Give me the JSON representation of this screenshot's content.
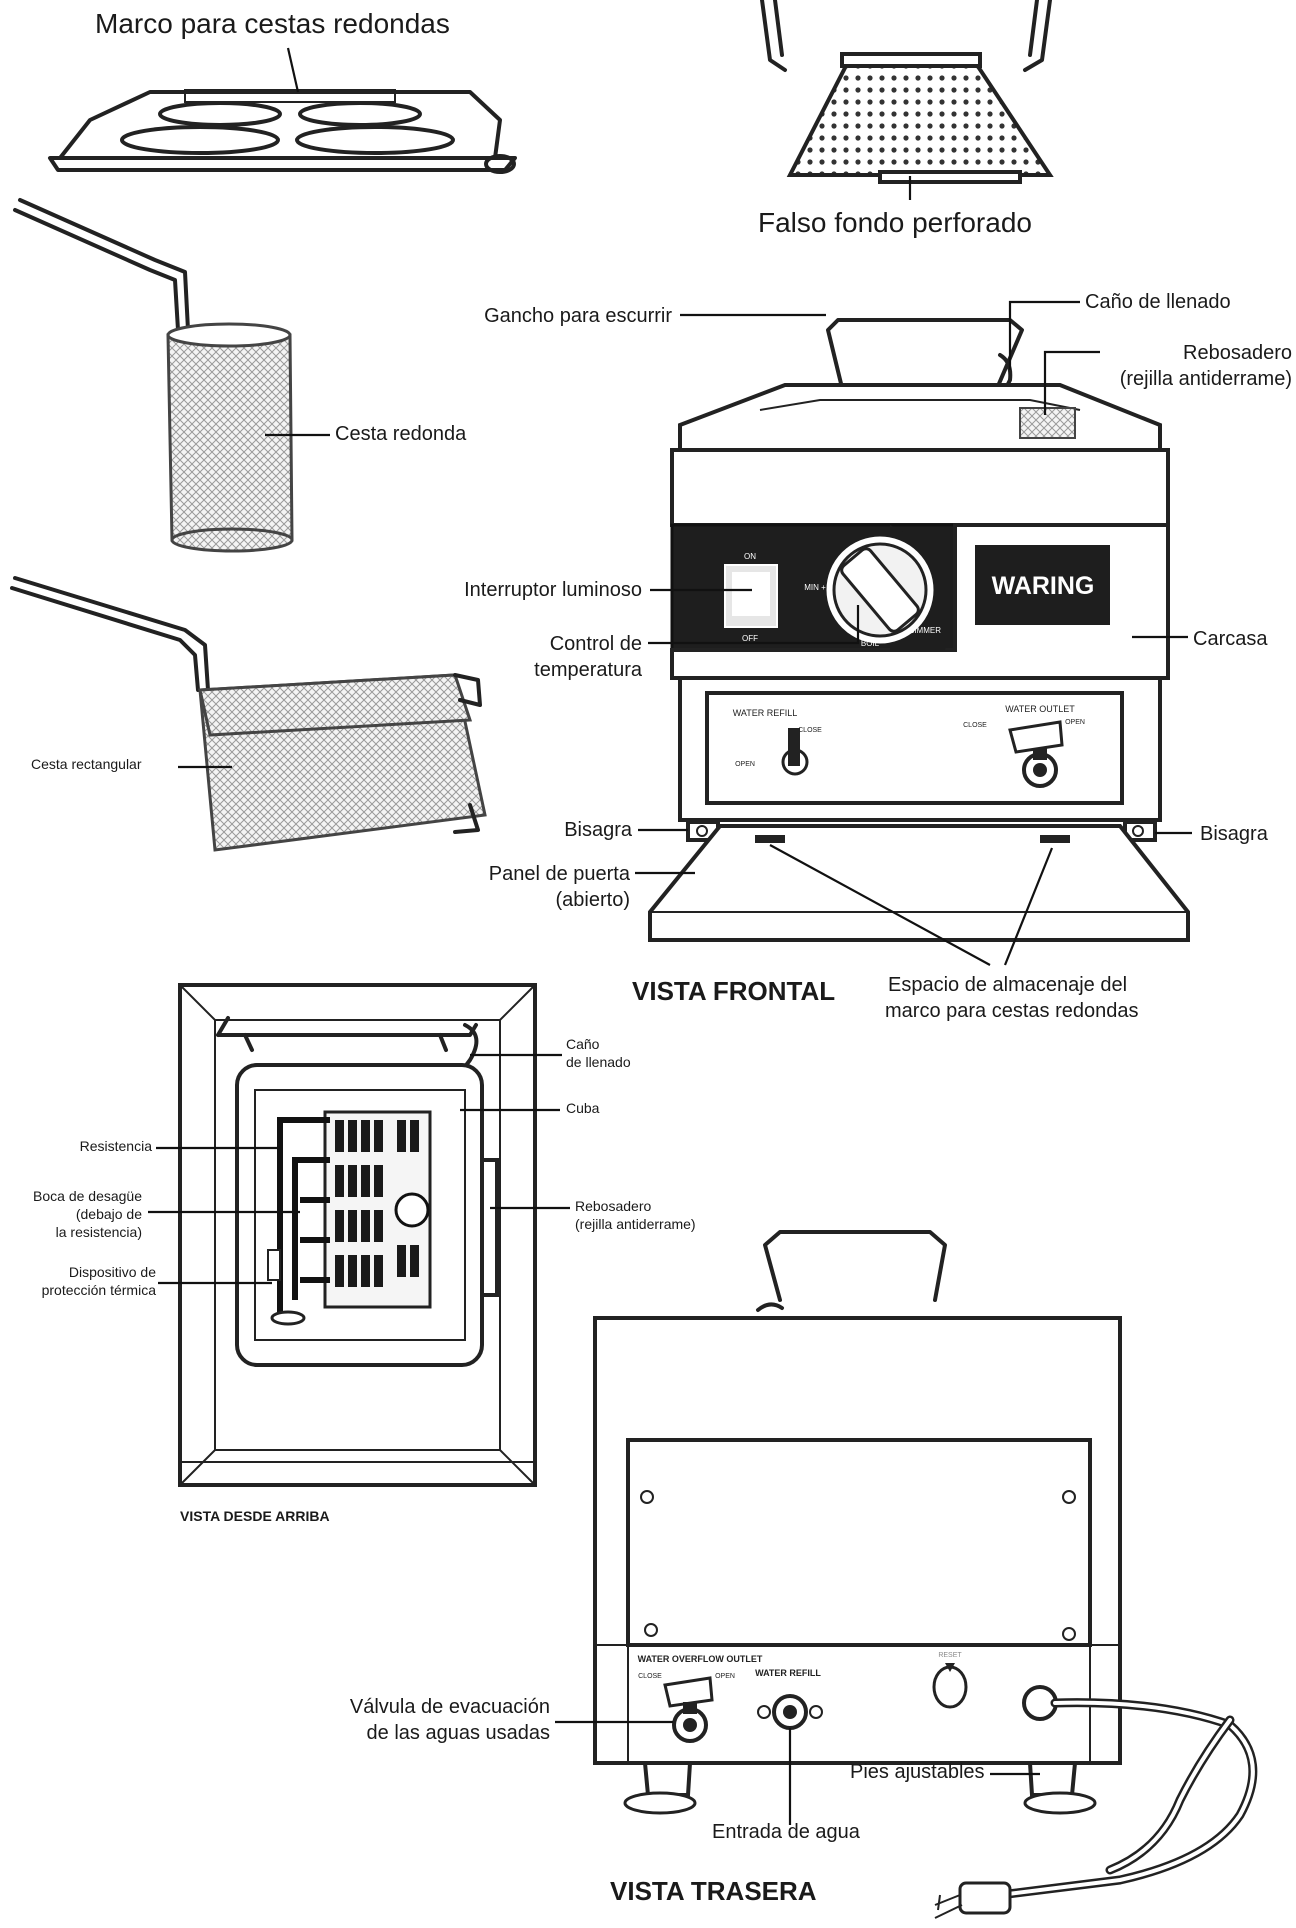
{
  "labels": {
    "marco_cestas": "Marco para cestas redondas",
    "falso_fondo": "Falso fondo perforado",
    "cesta_redonda": "Cesta redonda",
    "cesta_rectangular": "Cesta rectangular",
    "gancho": "Gancho para escurrir",
    "cano_llenado_front": "Caño de llenado",
    "rebosadero_front_1": "Rebosadero",
    "rebosadero_front_2": "(rejilla antiderrame)",
    "interruptor": "Interruptor luminoso",
    "control_1": "Control de",
    "control_2": "temperatura",
    "carcasa": "Carcasa",
    "bisagra_left": "Bisagra",
    "bisagra_right": "Bisagra",
    "panel_1": "Panel de puerta",
    "panel_2": "(abierto)",
    "espacio_1": "Espacio de almacenaje del",
    "espacio_2": "marco para cestas redondas",
    "cano_top_1": "Caño",
    "cano_top_2": "de llenado",
    "cuba": "Cuba",
    "resistencia": "Resistencia",
    "boca_1": "Boca de desagüe",
    "boca_2": "(debajo de",
    "boca_3": "la resistencia)",
    "rebosadero_top_1": "Rebosadero",
    "rebosadero_top_2": "(rejilla antiderrame)",
    "dispositivo_1": "Dispositivo de",
    "dispositivo_2": "protección térmica",
    "valvula_1": "Válvula de evacuación",
    "valvula_2": "de las aguas usadas",
    "pies": "Pies ajustables",
    "entrada": "Entrada de agua"
  },
  "titles": {
    "frontal": "VISTA FRONTAL",
    "arriba": "VISTA DESDE ARRIBA",
    "trasera": "VISTA TRASERA"
  },
  "device_text": {
    "brand": "WARING",
    "on": "ON",
    "off": "OFF",
    "min": "MIN +",
    "boil": "BOIL",
    "simmer": "SIMMER",
    "water_refill": "WATER REFILL",
    "close_a": "CLOSE",
    "open_a": "OPEN",
    "water_outlet": "WATER OUTLET",
    "close_b": "CLOSE",
    "open_b": "OPEN",
    "overflow": "WATER OVERFLOW OUTLET",
    "close_c": "CLOSE",
    "open_c": "OPEN",
    "water_refill_rear": "WATER REFILL",
    "reset": "RESET"
  }
}
